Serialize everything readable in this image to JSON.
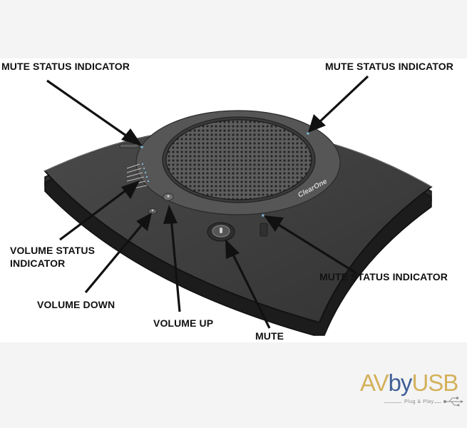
{
  "callouts": {
    "mute_top_left": "MUTE STATUS INDICATOR",
    "mute_top_right": "MUTE STATUS INDICATOR",
    "mute_right": "MUTE STATUS INDICATOR",
    "volume_status": "VOLUME STATUS\nINDICATOR",
    "volume_down": "VOLUME DOWN",
    "volume_up": "VOLUME UP",
    "mute": "MUTE"
  },
  "device": {
    "brand": "ClearOne"
  },
  "watermark": {
    "part1": "AV",
    "part2": "by",
    "part3": "USB",
    "tagline": "Plug & Play"
  },
  "colors": {
    "background": "#f4f4f4",
    "panel": "#ffffff",
    "device_body": "#3e3e3e",
    "device_edge": "#1c1c1c",
    "grille": "#5d5d5d",
    "indicator_led": "#7fb3d5",
    "arrow": "#111111",
    "watermark_gold": "#d4b15c",
    "watermark_blue": "#3f5f96",
    "watermark_grey": "#8a8a8a"
  }
}
